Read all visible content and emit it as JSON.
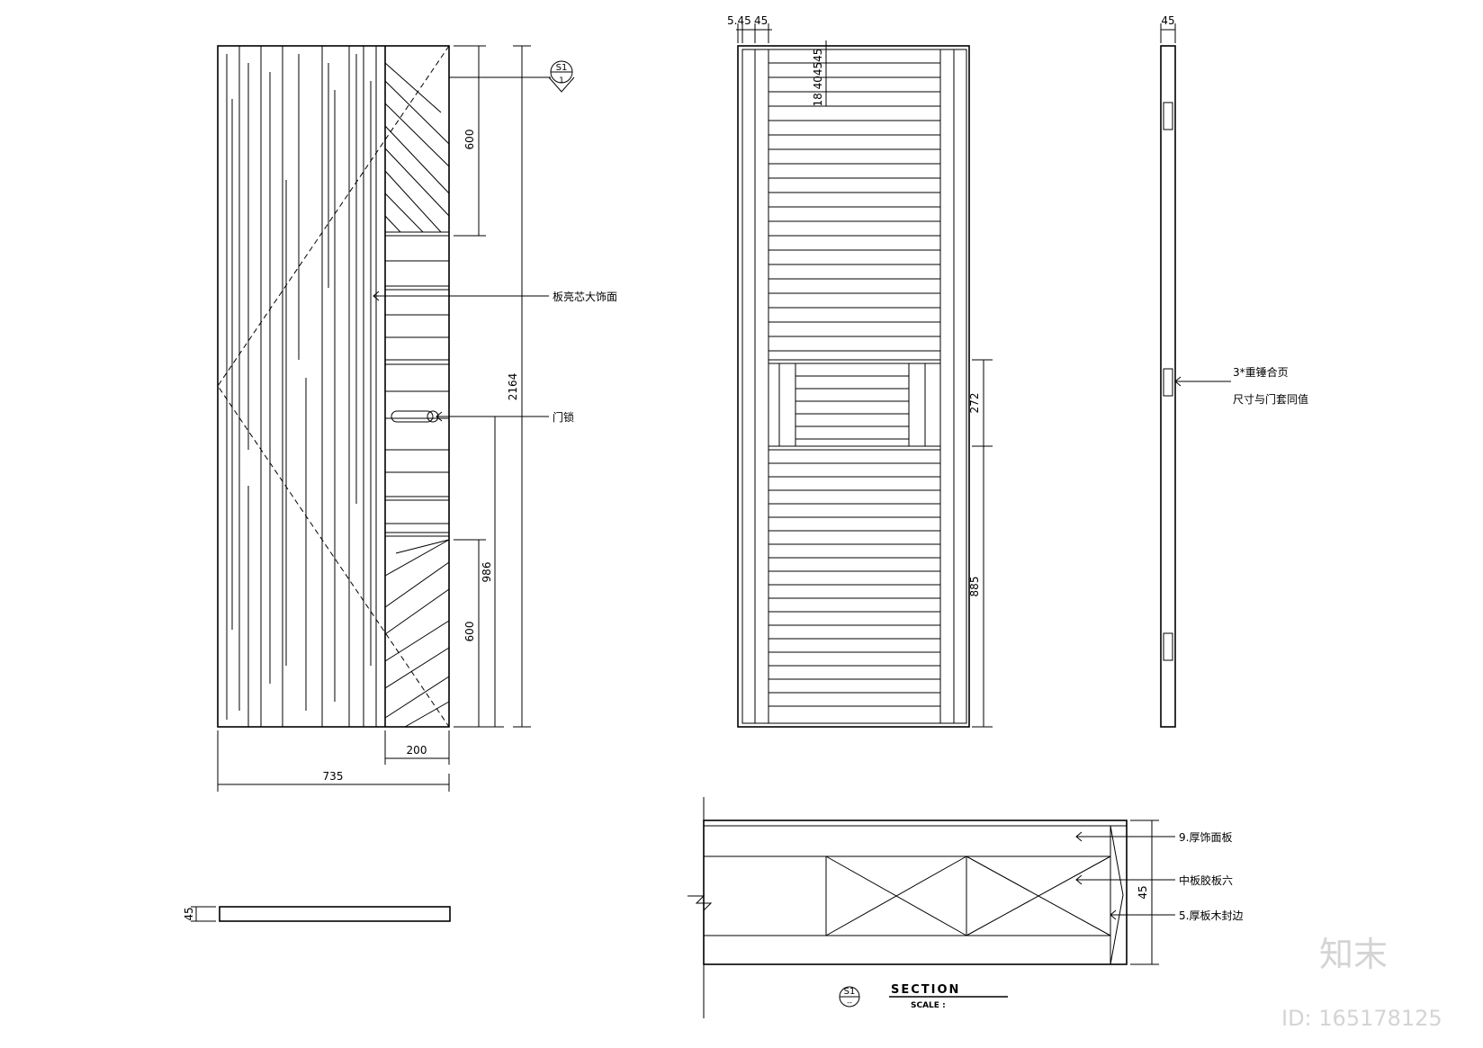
{
  "elevation_front": {
    "dim_width": "735",
    "dim_height": "2164",
    "dim_panel_width": "200",
    "dim_top_panel": "600",
    "dim_bottom_panel": "600",
    "dim_handle_height": "986",
    "section_marker": "S1",
    "section_marker_sub": "1",
    "label_face": "板亮芯大饰面",
    "label_handle": "门锁"
  },
  "elevation_back": {
    "dim_top_left": "5.45",
    "dim_top_right": "45",
    "dim_slat_stack": "18 404545",
    "dim_mid_panel": "272",
    "dim_bottom_height": "885"
  },
  "side_view": {
    "dim_thickness": "45",
    "label_hinge_line1": "3*重锤合页",
    "label_hinge_line2": "尺寸与门套同值"
  },
  "plan_view": {
    "dim_thickness": "45"
  },
  "section_detail": {
    "dim_thickness": "45",
    "label_top": "9.厚饰面板",
    "label_middle": "中板胶板六",
    "label_bottom": "5.厚板木封边",
    "title": "SECTION",
    "scale_label": "SCALE :",
    "marker": "S1",
    "marker_sub": "--"
  },
  "watermark": {
    "logo_text": "知末",
    "id_text": "ID: 165178125"
  }
}
